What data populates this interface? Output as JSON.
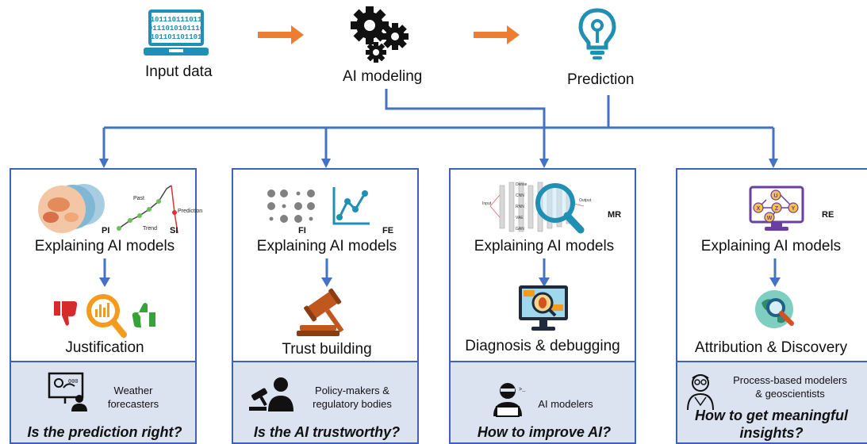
{
  "colors": {
    "flow_line": "#4472c4",
    "panel_border": "#3a64b8",
    "footer_bg": "#dbe3f1",
    "top_arrow": "#ed7d31",
    "icon_teal": "#1f8fb3"
  },
  "top": {
    "input_label": "Input data",
    "model_label": "AI modeling",
    "prediction_label": "Prediction",
    "binary_lines": [
      "101110111011",
      "0111010101110",
      "101101101101"
    ]
  },
  "panels": [
    {
      "tags": [
        "PI",
        "SI"
      ],
      "chart_labels": [
        "Past",
        "Trend",
        "Prediction"
      ],
      "title": "Explaining AI models",
      "outcome": "Justification",
      "audience": [
        "Weather",
        "forecasters"
      ],
      "question": [
        "Is the prediction right?"
      ]
    },
    {
      "tags": [
        "FI",
        "FE"
      ],
      "title": "Explaining AI models",
      "outcome": "Trust building",
      "audience": [
        "Policy-makers &",
        "regulatory bodies"
      ],
      "question": [
        "Is the AI trustworthy?"
      ]
    },
    {
      "tags": [
        "MR"
      ],
      "net_labels": [
        "Input",
        "Dense",
        "CNN",
        "RNN",
        "VAE",
        "GAN",
        "Output"
      ],
      "title": "Explaining AI models",
      "outcome": "Diagnosis & debugging",
      "audience": [
        "AI modelers"
      ],
      "question": [
        "How to improve AI?"
      ]
    },
    {
      "tags": [
        "RE"
      ],
      "graph_nodes": [
        "U",
        "X",
        "Z",
        "Y",
        "W"
      ],
      "title": "Explaining AI models",
      "outcome": "Attribution & Discovery",
      "audience": [
        "Process-based modelers",
        "& geoscientists"
      ],
      "question": [
        "How to get meaningful",
        "insights?"
      ]
    }
  ]
}
